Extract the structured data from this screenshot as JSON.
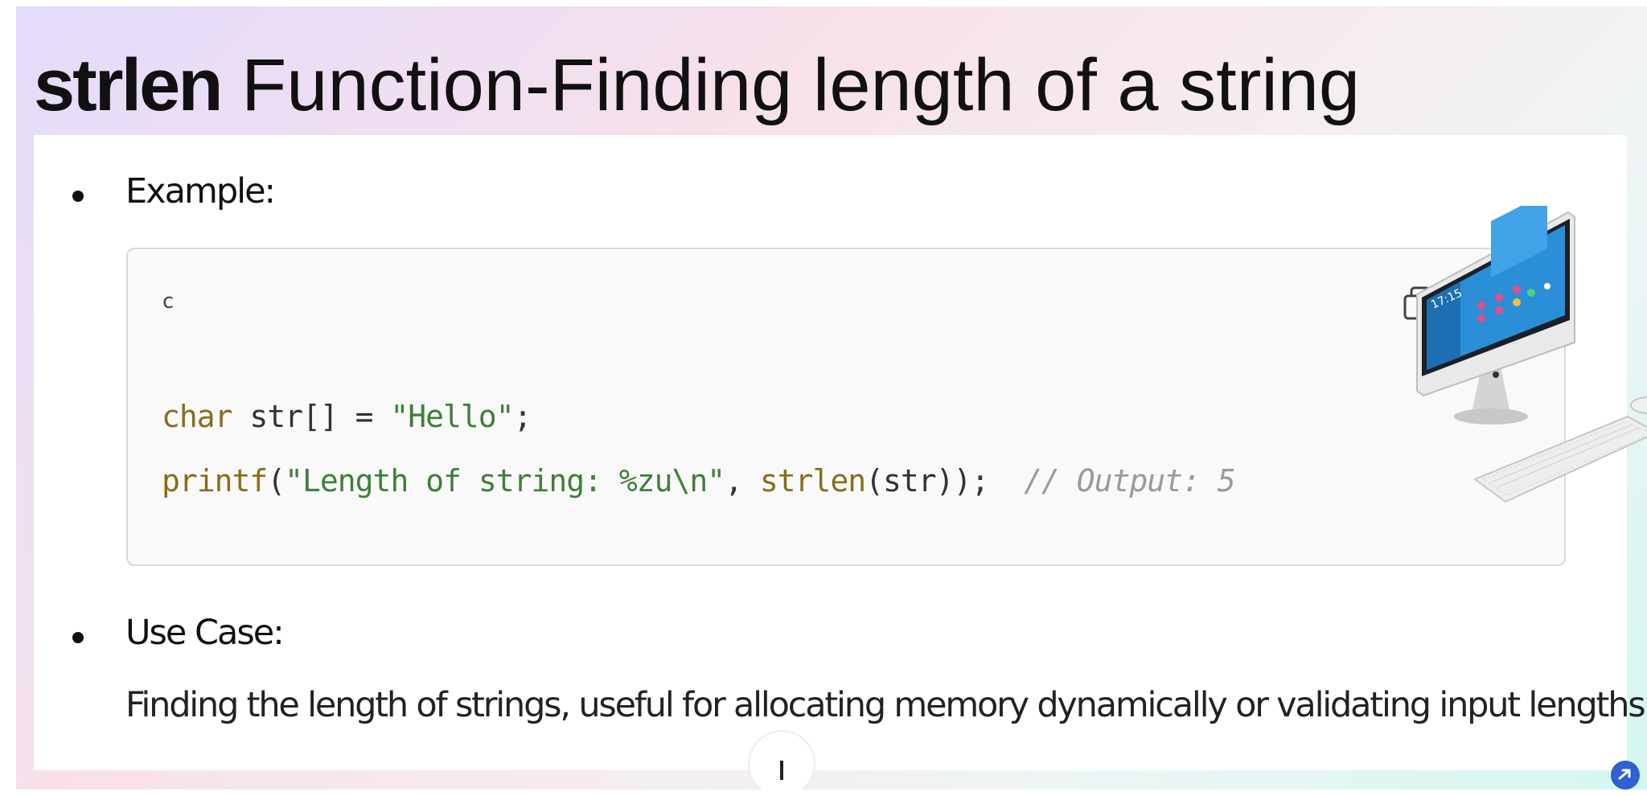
{
  "slide": {
    "title_function": "strlen",
    "title_rest": " Function-Finding length of a string"
  },
  "example": {
    "heading": "Example:",
    "code_language": "c",
    "code_lines": [
      {
        "kw": "char",
        "rest": " str[] = ",
        "str": "\"Hello\"",
        "end": ";"
      },
      {
        "fn": "printf",
        "open": "(",
        "str": "\"Length of string: %zu\\n\"",
        "mid": ", ",
        "fn2": "strlen",
        "args": "(str));  ",
        "comment": "// Output: 5"
      }
    ]
  },
  "use_case": {
    "heading": "Use Case:",
    "text": "Finding the length of strings, useful for allocating memory dynamically or validating input lengths."
  },
  "icons": {
    "copy": "copy-icon",
    "computer": "desktop-computer-illustration",
    "next": "next-arrow-icon"
  },
  "computer_screen_time": "17:15"
}
